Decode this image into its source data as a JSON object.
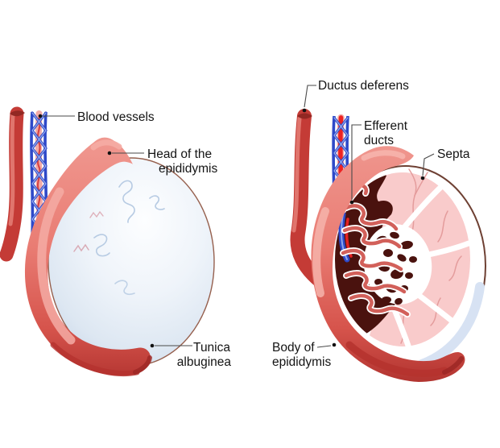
{
  "figure_kind": "testicle-anatomy-illustration",
  "left": {
    "labels": {
      "blood_vessels": "Blood vessels",
      "head_line1": "Head of the",
      "head_line2": "epididymis",
      "tunica_line1": "Tunica",
      "tunica_line2": "albuginea"
    }
  },
  "right": {
    "labels": {
      "ductus_deferens": "Ductus deferens",
      "efferent_line1": "Efferent",
      "efferent_line2": "ducts",
      "septa": "Septa",
      "body_line1": "Body of",
      "body_line2": "epididymis"
    }
  },
  "colors": {
    "background": "#ffffff",
    "epididymis_main": "#e97c73",
    "epididymis_dark": "#b23430",
    "epididymis_highlight": "#f6b4ac",
    "testis_left_fill": "#dce6f2",
    "testis_outline_brown": "#6e4033",
    "interior_pink": "#f9cbcb",
    "mediastinum_maroon": "#4a120e",
    "tubule_red": "#d2605a",
    "vein_blue": "#2e49c8",
    "artery_red": "#ee2222",
    "duct_red": "#c43b36",
    "tunica_crescent": "#d7e2f3",
    "label_text": "#141414",
    "leader_line": "#4a4a4a"
  }
}
